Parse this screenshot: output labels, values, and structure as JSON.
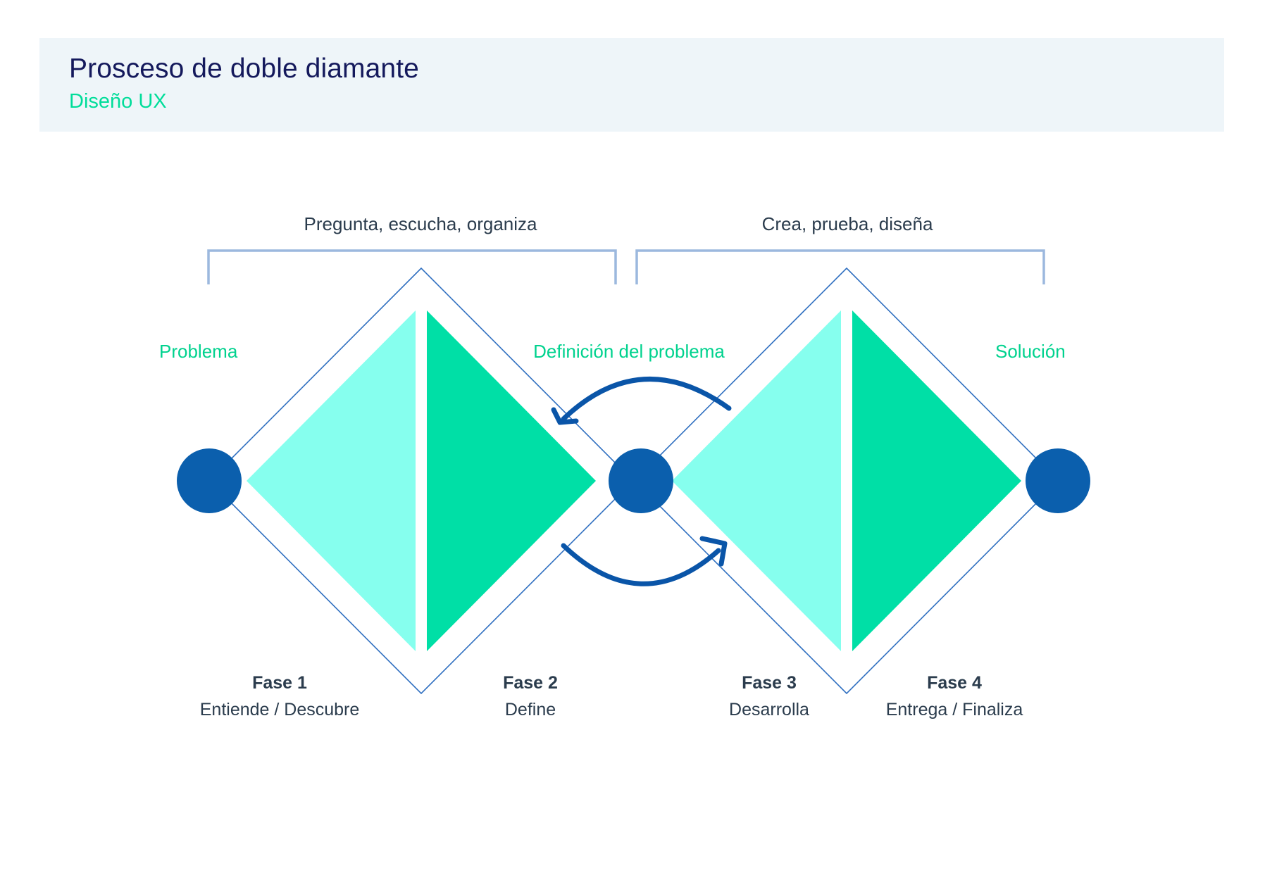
{
  "header": {
    "title": "Prosceso de doble diamante",
    "subtitle": "Diseño UX",
    "band_color": "#eef5f9",
    "title_color": "#14195c",
    "subtitle_color": "#00dd9a"
  },
  "palette": {
    "light_aqua": "#86ffee",
    "bright_green": "#00dfa6",
    "node_blue": "#0b5fad",
    "outline_blue": "#2f6fc0",
    "bracket_blue": "#9cb8de",
    "arrow_blue": "#0a55a8",
    "text_slate": "#2b3c4d",
    "label_green": "#00d28e"
  },
  "brackets": [
    {
      "label": "Pregunta, escucha, organiza"
    },
    {
      "label": "Crea, prueba, diseña"
    }
  ],
  "stage_labels": [
    {
      "text": "Problema"
    },
    {
      "text": "Definición del problema"
    },
    {
      "text": "Solución"
    }
  ],
  "phases": [
    {
      "title": "Fase 1",
      "subtitle": "Entiende / Descubre"
    },
    {
      "title": "Fase 2",
      "subtitle": "Define"
    },
    {
      "title": "Fase 3",
      "subtitle": "Desarrolla"
    },
    {
      "title": "Fase 4",
      "subtitle": "Entrega / Finaliza"
    }
  ],
  "nodes": [
    {
      "name": "start-node"
    },
    {
      "name": "middle-node"
    },
    {
      "name": "end-node"
    }
  ],
  "arrows": [
    {
      "name": "iterate-back-arrow",
      "direction": "left"
    },
    {
      "name": "iterate-forward-arrow",
      "direction": "right"
    }
  ]
}
